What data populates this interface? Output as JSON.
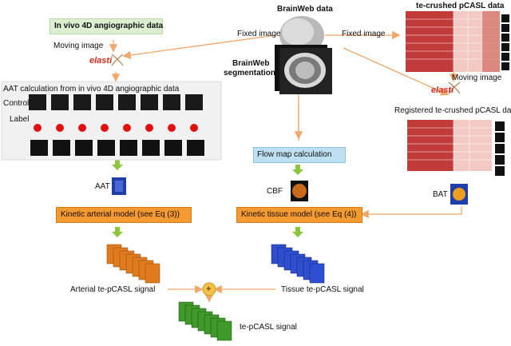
{
  "labels": {
    "in_vivo": "In vivo 4D angiographic data",
    "moving_image_left": "Moving image",
    "fixed_image_left": "Fixed image",
    "brainweb_data": "BrainWeb data",
    "brainweb_segmentation_1": "BrainWeb",
    "brainweb_segmentation_2": "segmentation",
    "fixed_image_right": "Fixed image",
    "te_crushed": "te-crushed  pCASL data",
    "moving_image_right": "Moving image",
    "registered": "Registered te-crushed pCASL data",
    "aat_calc": "AAT calculation from in vivo 4D angiographic data",
    "control": "Control",
    "label": "Label",
    "flow_map": "Flow map calculation",
    "cbf": "CBF",
    "aat": "AAT",
    "bat": "BAT",
    "kinetic_arterial": "Kinetic arterial model (see Eq (3))",
    "kinetic_tissue": "Kinetic tissue model (see Eq (4))",
    "arterial_signal": "Arterial te-pCASL signal",
    "tissue_signal": "Tissue te-pCASL signal",
    "te_pcasl_signal": "te-pCASL signal",
    "elastix_left": "elasti",
    "elastix_right": "elasti",
    "plus": "+"
  },
  "colors": {
    "orange": "#f49a33",
    "arrow_orange": "#f0a86a",
    "green_arrow": "#8cc63f",
    "red_dot": "#e0100f",
    "blue": "#1f3fa8",
    "heat_red": "#c23b3b",
    "heat_light": "#f3c9c4"
  },
  "icons": {
    "elastix": "elastix-logo-icon",
    "plus": "plus-circle-icon"
  }
}
